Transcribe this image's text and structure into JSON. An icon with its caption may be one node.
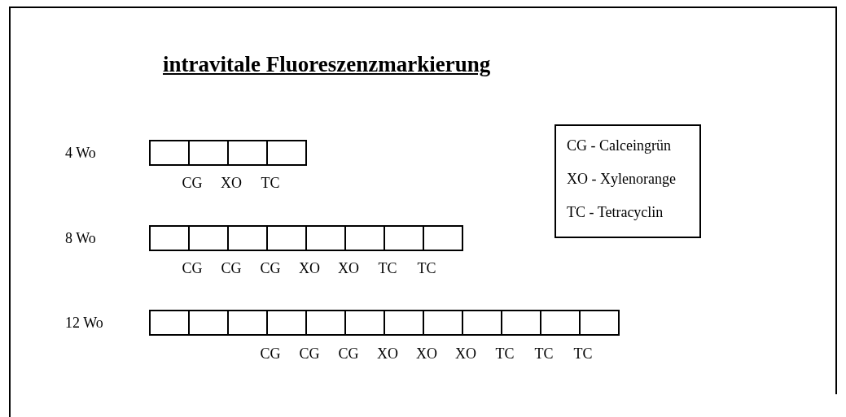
{
  "diagram": {
    "title": "intravitale Fluoreszenzmarkierung",
    "nodes": [
      {
        "text": [
          "CG - Calceingrün",
          "XO - Xylenorange",
          "TC - Tetracyclin"
        ]
      }
    ],
    "labels": [
      "4 Wo",
      "CG",
      "XO",
      "TC",
      "8 Wo",
      "CG",
      "CG",
      "CG",
      "XO",
      "XO",
      "TC",
      "TC",
      "12 Wo",
      "CG",
      "CG",
      "CG",
      "XO",
      "XO",
      "XO",
      "TC",
      "TC",
      "TC"
    ]
  }
}
